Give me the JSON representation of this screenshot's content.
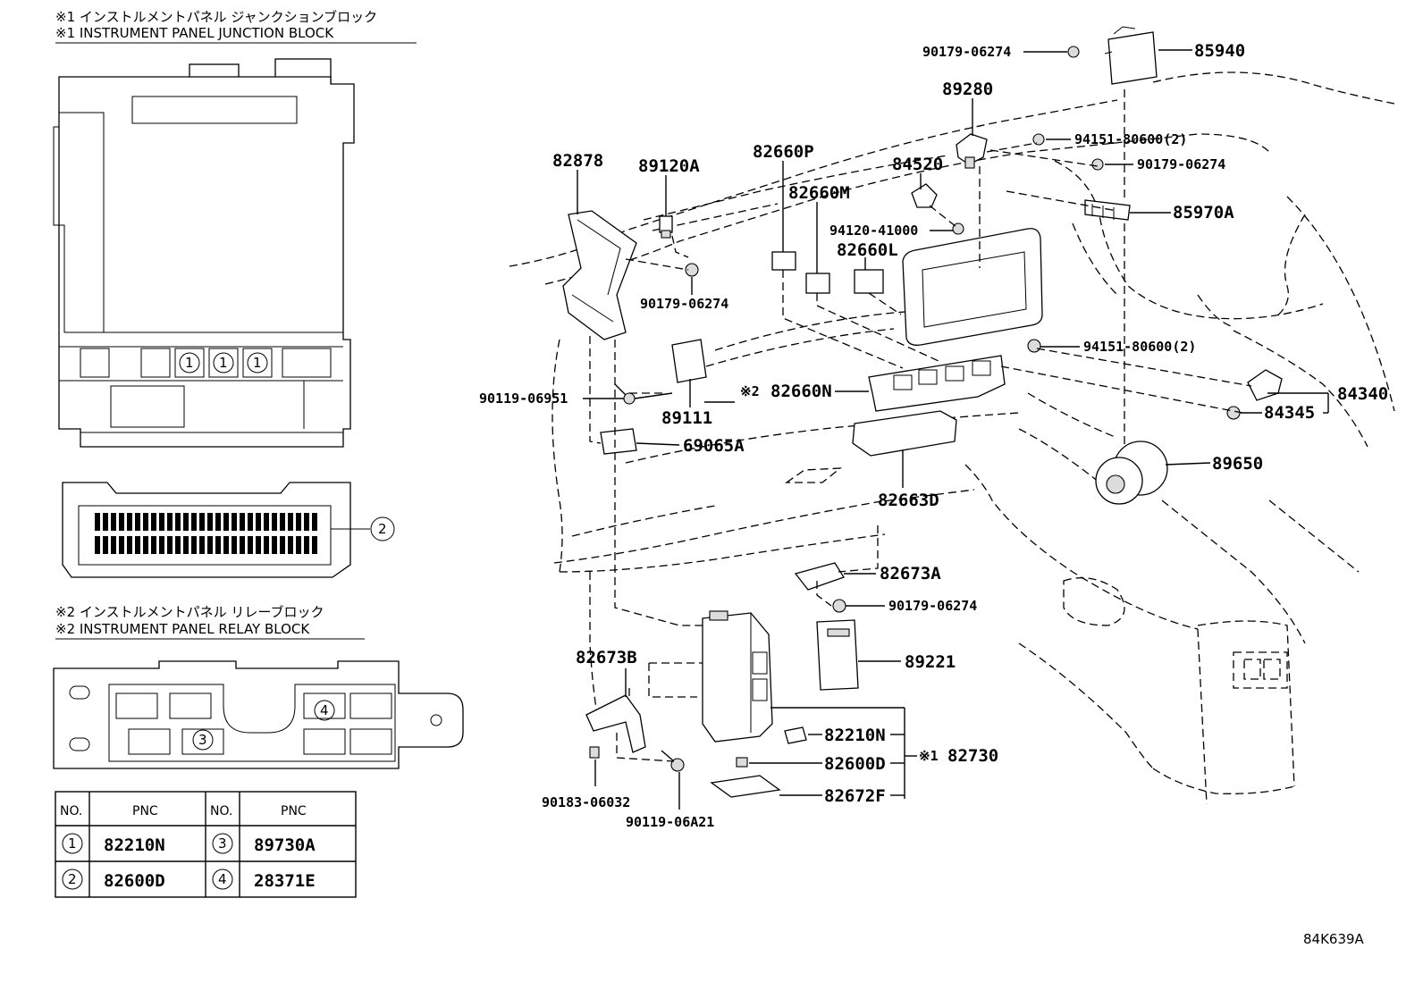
{
  "headers": {
    "jb_jp": "※1 インストルメントパネル ジャンクションブロック",
    "jb_en": "※1 INSTRUMENT PANEL JUNCTION BLOCK",
    "rb_jp": "※2 インストルメントパネル リレーブロック",
    "rb_en": "※2 INSTRUMENT PANEL RELAY BLOCK"
  },
  "markers": {
    "one": "1",
    "two": "2",
    "three": "3",
    "four": "4",
    "ref1": "※1",
    "ref2": "※2"
  },
  "table": {
    "col_no": "NO.",
    "col_pnc": "PNC",
    "rows": [
      {
        "no": "1",
        "pnc": "82210N",
        "no2": "3",
        "pnc2": "89730A"
      },
      {
        "no": "2",
        "pnc": "82600D",
        "no2": "4",
        "pnc2": "28371E"
      }
    ]
  },
  "parts": {
    "p85940": "85940",
    "p90179_a": "90179-06274",
    "p89280": "89280",
    "p94151_a": "94151-80600(2)",
    "p90179_b": "90179-06274",
    "p85970A": "85970A",
    "p82878": "82878",
    "p89120A": "89120A",
    "p82660P": "82660P",
    "p84520": "84520",
    "p82660M": "82660M",
    "p94120": "94120-41000",
    "p82660L": "82660L",
    "p90179_c": "90179-06274",
    "p94151_b": "94151-80600(2)",
    "p90119_a": "90119-06951",
    "p82660N": "82660N",
    "p89111": "89111",
    "p84340": "84340",
    "p84345": "84345",
    "p69065A": "69065A",
    "p89650": "89650",
    "p82663D": "82663D",
    "p82673A": "82673A",
    "p90179_d": "90179-06274",
    "p82673B": "82673B",
    "p89221": "89221",
    "p82210N": "82210N",
    "p82730": "82730",
    "p82600D": "82600D",
    "p82672F": "82672F",
    "p90183": "90183-06032",
    "p90119_b": "90119-06A21"
  },
  "diagram_code": "84K639A"
}
